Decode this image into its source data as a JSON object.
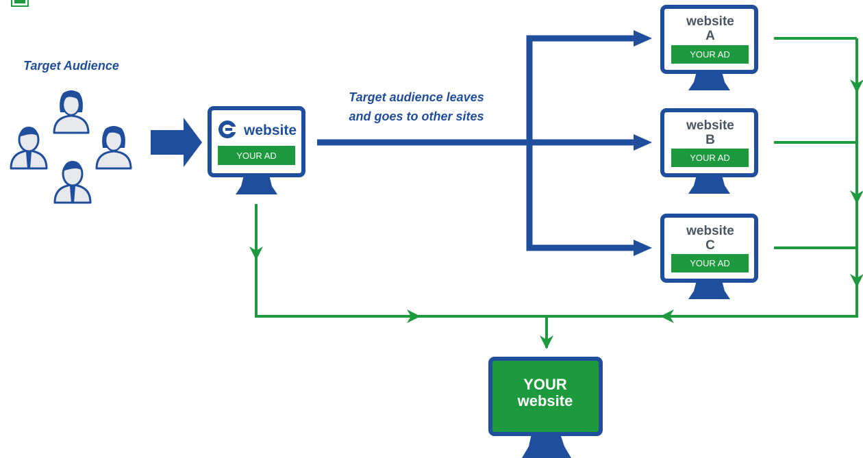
{
  "audience": {
    "label": "Target Audience"
  },
  "flow": {
    "caption_line1": "Target audience leaves",
    "caption_line2": "and goes to other sites"
  },
  "source_site": {
    "name": "website",
    "ad_label": "YOUR AD",
    "logo_icon": "c-logo-icon"
  },
  "other_sites": [
    {
      "name": "website",
      "letter": "A",
      "ad_label": "YOUR AD"
    },
    {
      "name": "website",
      "letter": "B",
      "ad_label": "YOUR AD"
    },
    {
      "name": "website",
      "letter": "C",
      "ad_label": "YOUR AD"
    }
  ],
  "destination": {
    "line1": "YOUR",
    "line2": "website"
  },
  "colors": {
    "blue": "#1f4e9c",
    "green": "#1d9a3e",
    "person_fill": "#e6e8ec",
    "text_gray": "#4a5563"
  }
}
